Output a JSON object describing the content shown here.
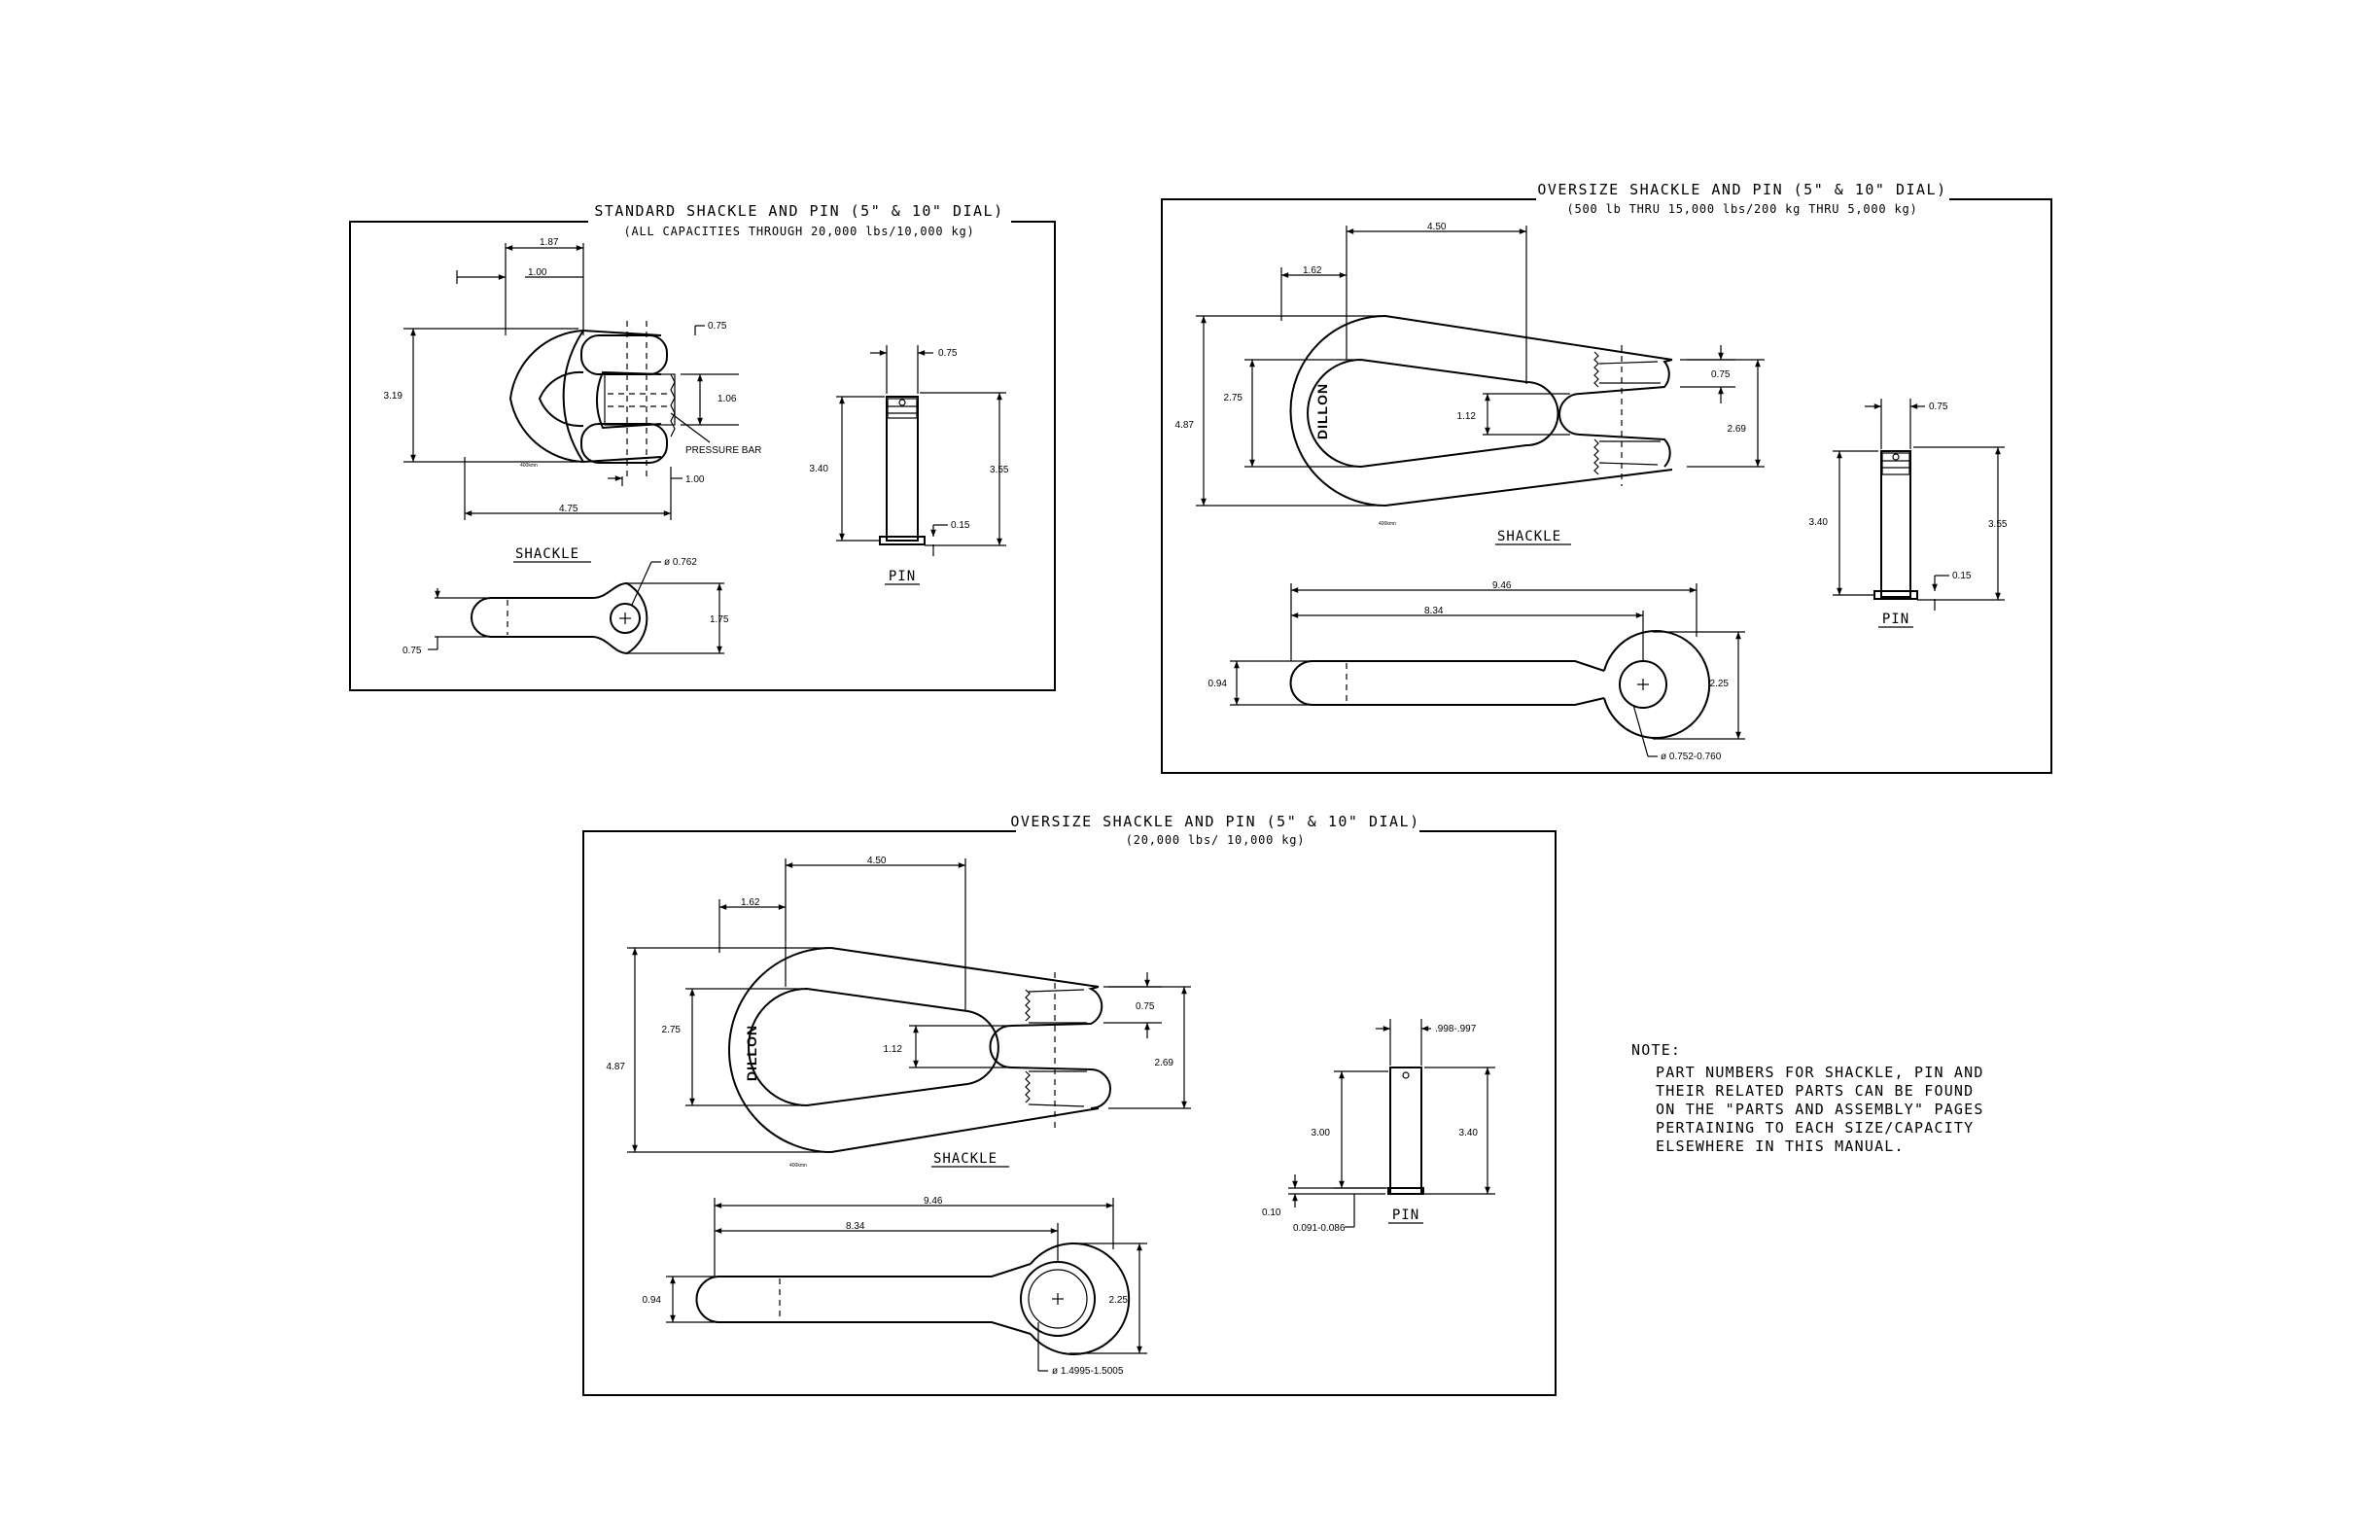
{
  "panel1": {
    "title": "STANDARD SHACKLE AND PIN (5\" & 10\" DIAL)",
    "subtitle": "(ALL CAPACITIES THROUGH 20,000 lbs/10,000 kg)",
    "shackle_label": "SHACKLE",
    "pin_label": "PIN",
    "pressure_bar_label": "PRESSURE BAR",
    "dims": {
      "d187": "1.87",
      "d100a": "1.00",
      "d075a": "0.75",
      "d319": "3.19",
      "d106": "1.06",
      "d100b": "1.00",
      "d475": "4.75",
      "d0762": "ø 0.762",
      "d175": "1.75",
      "d075b": "0.75",
      "pin075": "0.75",
      "pin340": "3.40",
      "pin355": "3.55",
      "pin015": "0.15"
    }
  },
  "panel2": {
    "title": "OVERSIZE SHACKLE AND PIN (5\" & 10\" DIAL)",
    "subtitle": "(500 lb THRU 15,000 lbs/200 kg THRU 5,000 kg)",
    "shackle_label": "SHACKLE",
    "pin_label": "PIN",
    "brand": "DILLON",
    "dims": {
      "d450": "4.50",
      "d162": "1.62",
      "d487": "4.87",
      "d275": "2.75",
      "d112": "1.12",
      "d075": "0.75",
      "d269": "2.69",
      "d946": "9.46",
      "d834": "8.34",
      "d094": "0.94",
      "d225": "2.25",
      "d0752": "ø 0.752-0.760",
      "pin075": "0.75",
      "pin340": "3.40",
      "pin355": "3.55",
      "pin015": "0.15"
    }
  },
  "panel3": {
    "title": "OVERSIZE SHACKLE AND PIN (5\" & 10\" DIAL)",
    "subtitle": "(20,000 lbs/ 10,000 kg)",
    "shackle_label": "SHACKLE",
    "pin_label": "PIN",
    "brand": "DILLON",
    "dims": {
      "d450": "4.50",
      "d162": "1.62",
      "d487": "4.87",
      "d275": "2.75",
      "d112": "1.12",
      "d075": "0.75",
      "d269": "2.69",
      "d946": "9.46",
      "d834": "8.34",
      "d094": "0.94",
      "d225": "2.25",
      "d14995": "ø 1.4995-1.5005",
      "pin998": ".998-.997",
      "pin300": "3.00",
      "pin340": "3.40",
      "pin010": "0.10",
      "pin091": "0.091-0.086"
    }
  },
  "note": {
    "heading": "NOTE:",
    "lines": [
      "PART NUMBERS FOR SHACKLE, PIN AND",
      "THEIR RELATED PARTS CAN BE FOUND",
      "ON THE \"PARTS AND ASSEMBLY\" PAGES",
      "PERTAINING TO EACH SIZE/CAPACITY",
      "ELSEWHERE IN THIS MANUAL."
    ]
  }
}
